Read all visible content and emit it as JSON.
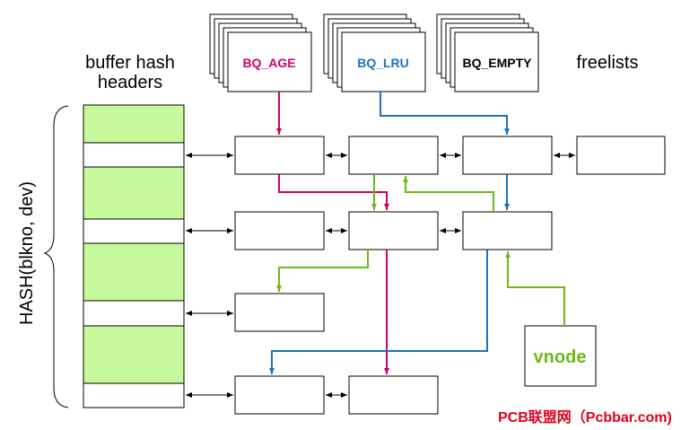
{
  "header_title_line1": "buffer hash",
  "header_title_line2": "headers",
  "freelists_label": "freelists",
  "hash_label": "HASH(blkno, dev)",
  "vnode_label": "vnode",
  "freelist_queues": [
    {
      "label": "BQ_AGE",
      "color": "#cc0066"
    },
    {
      "label": "BQ_LRU",
      "color": "#1a73c0"
    },
    {
      "label": "BQ_EMPTY",
      "color": "#000000"
    }
  ],
  "colors": {
    "age_arrow": "#cc0066",
    "lru_arrow": "#1a73c0",
    "vnode_arrow": "#6aba1a",
    "hash_cell": "#c6f99b",
    "watermark": "#e0001b"
  },
  "watermark": "PCB联盟网（Pcbbar.com)"
}
